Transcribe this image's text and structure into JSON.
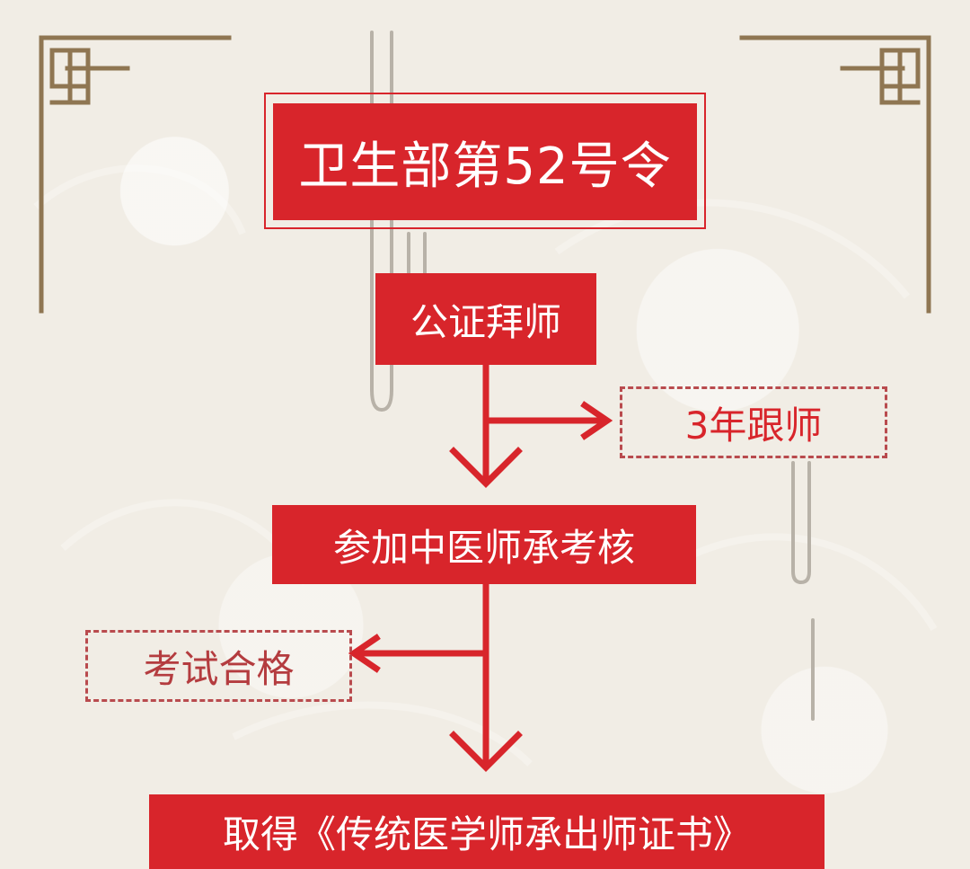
{
  "colors": {
    "background": "#f1ede5",
    "red": "#d8252b",
    "dash_red": "#b94b4e",
    "frame_brown": "#8f7652"
  },
  "title": "卫生部第52号令",
  "steps": [
    {
      "label": "公证拜师"
    },
    {
      "label": "参加中医师承考核"
    },
    {
      "label": "取得《传统医学师承出师证书》"
    }
  ],
  "notes": [
    {
      "label": "3年跟师"
    },
    {
      "label": "考试合格"
    }
  ]
}
